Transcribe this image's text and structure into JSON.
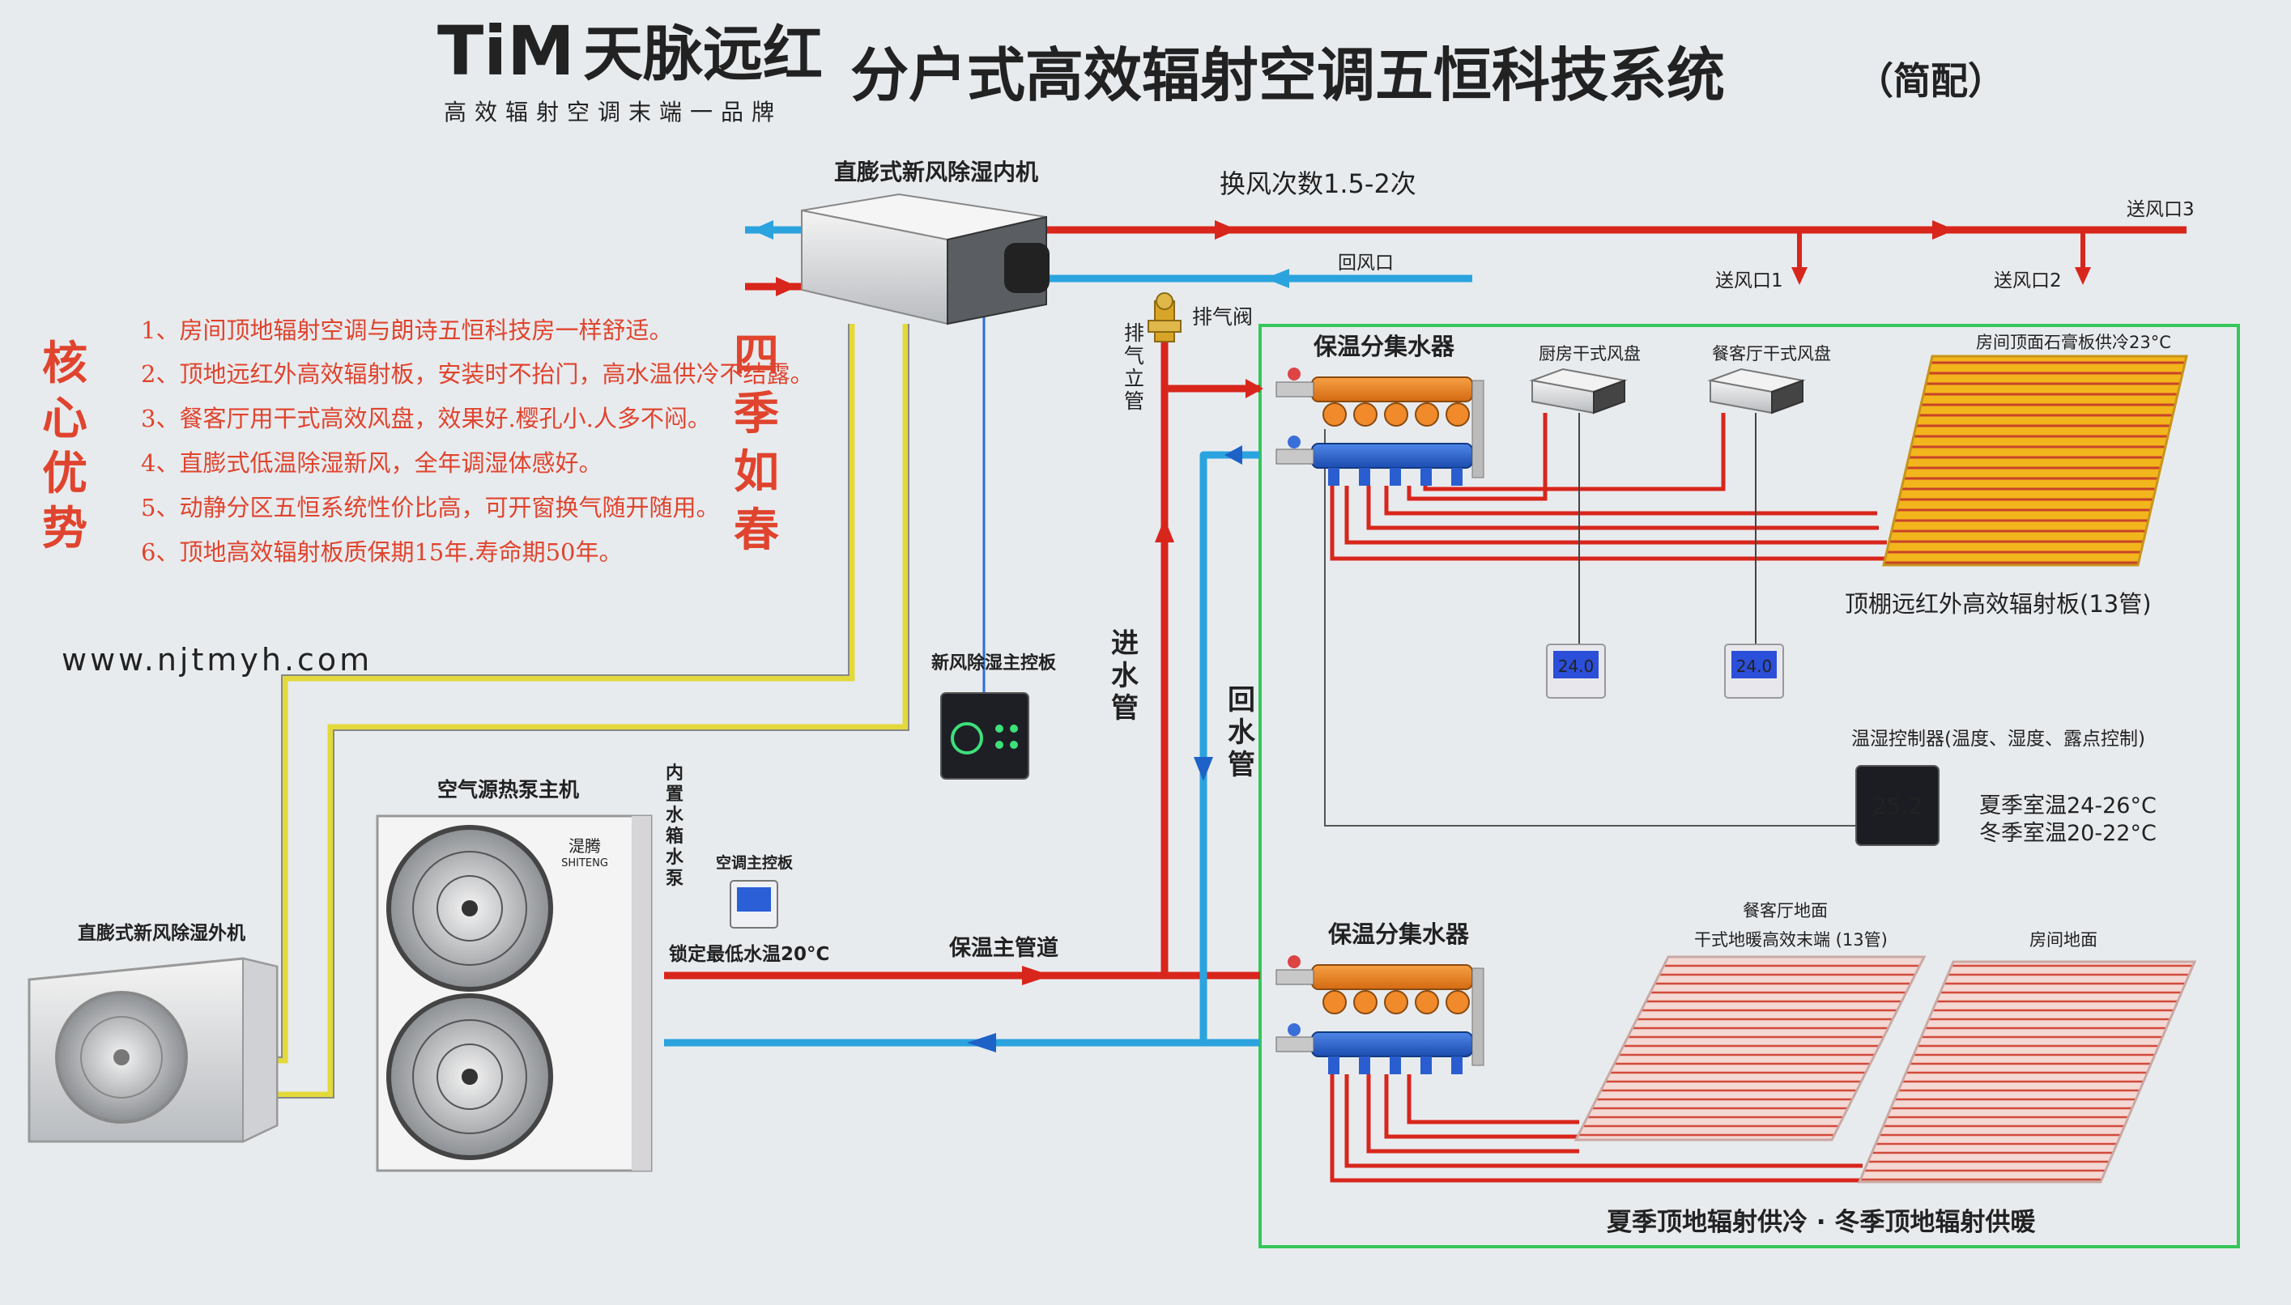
{
  "header": {
    "logo_latin": "TiM",
    "logo_cn": "天脉远红",
    "logo_tagline": "高效辐射空调末端一品牌",
    "title": "分户式高效辐射空调五恒科技系统",
    "title_suffix": "（简配）"
  },
  "left_panel": {
    "core_label": [
      "核",
      "心",
      "优",
      "势"
    ],
    "season_label": [
      "四",
      "季",
      "如",
      "春"
    ],
    "advantages": [
      "1、房间顶地辐射空调与朗诗五恒科技房一样舒适。",
      "2、顶地远红外高效辐射板，安装时不抬门，高水温供冷不结露。",
      "3、餐客厅用干式高效风盘，效果好.樱孔小.人多不闷。",
      "4、直膨式低温除湿新风，全年调湿体感好。",
      "5、动静分区五恒系统性价比高，可开窗换气随开随用。",
      "6、顶地高效辐射板质保期15年.寿命期50年。"
    ],
    "website": "www.njtmyh.com"
  },
  "labels": {
    "indoor_unit": "直膨式新风除湿内机",
    "air_change": "换风次数1.5-2次",
    "outlet3": "送风口3",
    "return_vent": "回风口",
    "outlet1": "送风口1",
    "outlet2": "送风口2",
    "exhaust_valve": "排气阀",
    "exhaust_pipe": [
      "排",
      "气",
      "立",
      "管"
    ],
    "manifold_top": "保温分集水器",
    "kitchen_fcu": "厨房干式风盘",
    "dining_fcu": "餐客厅干式风盘",
    "ceiling_panel": "房间顶面石膏板供冷23°C",
    "ceiling_caption": "顶棚远红外高效辐射板(13管)",
    "fresh_air_panel": "新风除湿主控板",
    "supply_pipe": [
      "进",
      "水",
      "管"
    ],
    "return_pipe": [
      "回",
      "水",
      "管"
    ],
    "humidity_controller": "温湿控制器(温度、湿度、露点控制)",
    "summer_temp": "夏季室温24-26°C",
    "winter_temp": "冬季室温20-22°C",
    "heat_pump": "空气源热泵主机",
    "heat_pump_brand_cn": "湜腾",
    "heat_pump_brand_en": "SHITENG",
    "tank_pump": [
      "内",
      "置",
      "水",
      "箱",
      "水",
      "泵"
    ],
    "ac_panel": "空调主控板",
    "outdoor_unit": "直膨式新风除湿外机",
    "min_water_temp": "锁定最低水温20°C",
    "main_pipe": "保温主管道",
    "manifold_bottom": "保温分集水器",
    "dining_floor": "餐客厅地面",
    "floor_dry": "干式地暖高效末端 (13管)",
    "room_floor": "房间地面",
    "bottom_caption": "夏季顶地辐射供冷 · 冬季顶地辐射供暖",
    "thermostat_reading": "24.0",
    "controller_reading": "25.2"
  },
  "colors": {
    "supply": "#d8261c",
    "return": "#2aa3de",
    "signal": "#e3d93a",
    "zone": "#34c759",
    "accent_text": "#e0442e",
    "logo_green": "#1e8a3d"
  }
}
